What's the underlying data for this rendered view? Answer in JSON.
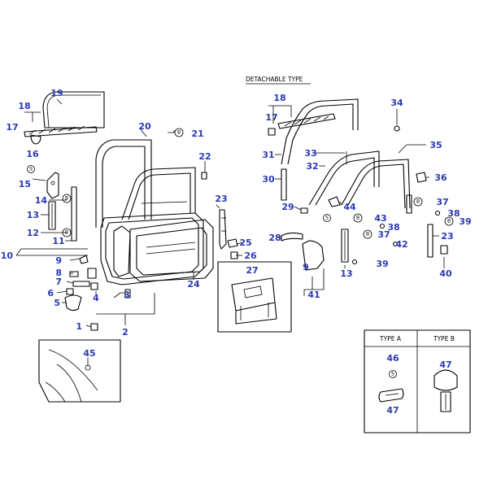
{
  "headers": {
    "detachable_type": "DETACHABLE TYPE",
    "type_a": "TYPE A",
    "type_b": "TYPE B"
  },
  "markers": {
    "s": "S",
    "b": "B"
  },
  "colors": {
    "callout": "#2b3ab4",
    "line": "#000000",
    "background": "#ffffff"
  },
  "callouts": {
    "n1": "1",
    "n2": "2",
    "n3": "3",
    "n4": "4",
    "n5": "5",
    "n6": "6",
    "n7": "7",
    "n8": "8",
    "n9_left": "9",
    "n10": "10",
    "n11": "11",
    "n12": "12",
    "n13_left": "13",
    "n14": "14",
    "n15": "15",
    "n16": "16",
    "n17_left": "17",
    "n18_left": "18",
    "n19": "19",
    "n20": "20",
    "n21": "21",
    "n22": "22",
    "n23_left": "23",
    "n24": "24",
    "n25": "25",
    "n26": "26",
    "n27": "27",
    "n18_right": "18",
    "n17_right": "17",
    "n31": "31",
    "n30": "30",
    "n33": "33",
    "n32": "32",
    "n34": "34",
    "n35": "35",
    "n36": "36",
    "n29": "29",
    "n44": "44",
    "n43": "43",
    "n37_upper": "37",
    "n38_upper": "38",
    "n39_upper": "39",
    "n38_lower": "38",
    "n37_lower": "37",
    "n42": "42",
    "n28": "28",
    "n23_right": "23",
    "n40": "40",
    "n9_right": "9",
    "n13_right": "13",
    "n39_lower": "39",
    "n41": "41",
    "n45": "45",
    "n46": "46",
    "n47_a": "47",
    "n47_b": "47"
  }
}
